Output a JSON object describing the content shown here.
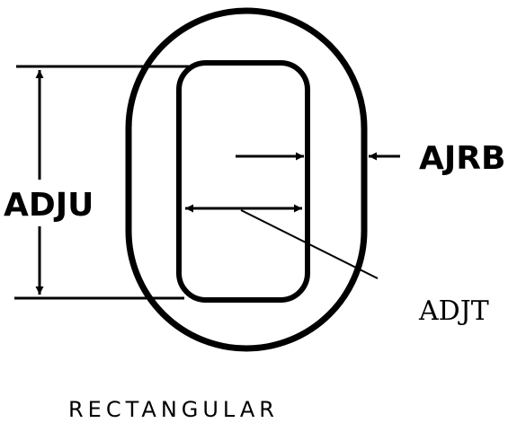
{
  "labels": {
    "height_dim": "ADJU",
    "side_thickness": "AJRB",
    "inner_width": "ADJT",
    "caption": "RECTANGULAR"
  },
  "colors": {
    "ink": "#000000",
    "paper": "#ffffff"
  }
}
